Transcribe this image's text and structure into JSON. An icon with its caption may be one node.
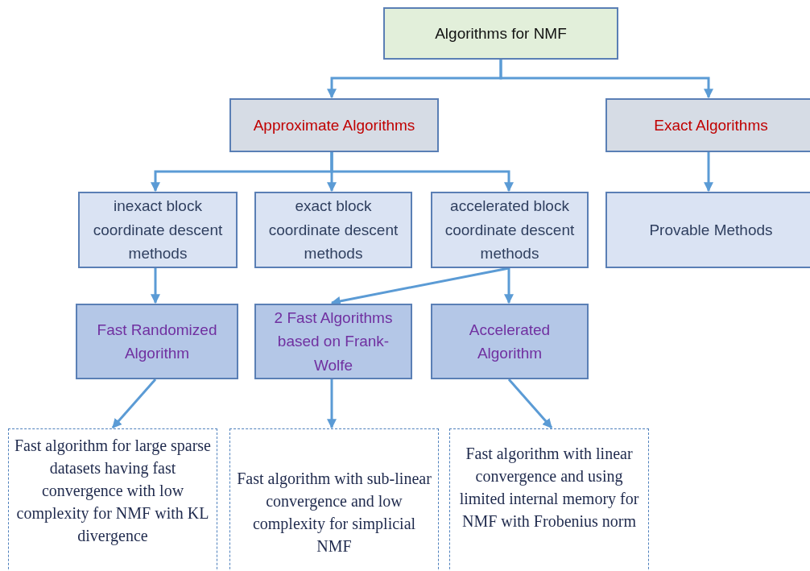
{
  "diagram": {
    "nodes": [
      {
        "text": [
          "Algorithms for NMF"
        ]
      },
      {
        "text": [
          "Approximate Algorithms"
        ]
      },
      {
        "text": [
          "Exact Algorithms"
        ]
      },
      {
        "text": [
          "inexact block coordinate descent methods"
        ]
      },
      {
        "text": [
          "exact block coordinate descent methods"
        ]
      },
      {
        "text": [
          "accelerated block coordinate descent methods"
        ]
      },
      {
        "text": [
          "Provable Methods"
        ]
      },
      {
        "text": [
          "Fast Randomized Algorithm"
        ]
      },
      {
        "text": [
          "2 Fast Algorithms based on Frank-Wolfe"
        ]
      },
      {
        "text": [
          "Accelerated Algorithm"
        ]
      },
      {
        "text": [
          "Fast algorithm for large sparse datasets having fast convergence with low complexity for NMF with KL divergence"
        ]
      },
      {
        "text": [
          "Fast algorithm with sub-linear convergence and low complexity for simplicial NMF"
        ]
      },
      {
        "text": [
          "Fast algorithm with linear convergence and using limited internal memory for NMF with Frobenius norm"
        ]
      }
    ],
    "edges": [
      {
        "from": 0,
        "to": 1,
        "arrow": "to"
      },
      {
        "from": 0,
        "to": 2,
        "arrow": "to"
      },
      {
        "from": 1,
        "to": 3,
        "arrow": "to"
      },
      {
        "from": 1,
        "to": 4,
        "arrow": "to"
      },
      {
        "from": 1,
        "to": 5,
        "arrow": "to"
      },
      {
        "from": 2,
        "to": 6,
        "arrow": "to"
      },
      {
        "from": 3,
        "to": 7,
        "arrow": "to"
      },
      {
        "from": 5,
        "to": 8,
        "arrow": "to"
      },
      {
        "from": 5,
        "to": 9,
        "arrow": "to"
      },
      {
        "from": 7,
        "to": 10,
        "arrow": "to"
      },
      {
        "from": 8,
        "to": 11,
        "arrow": "to"
      },
      {
        "from": 9,
        "to": 12,
        "arrow": "to"
      }
    ]
  }
}
